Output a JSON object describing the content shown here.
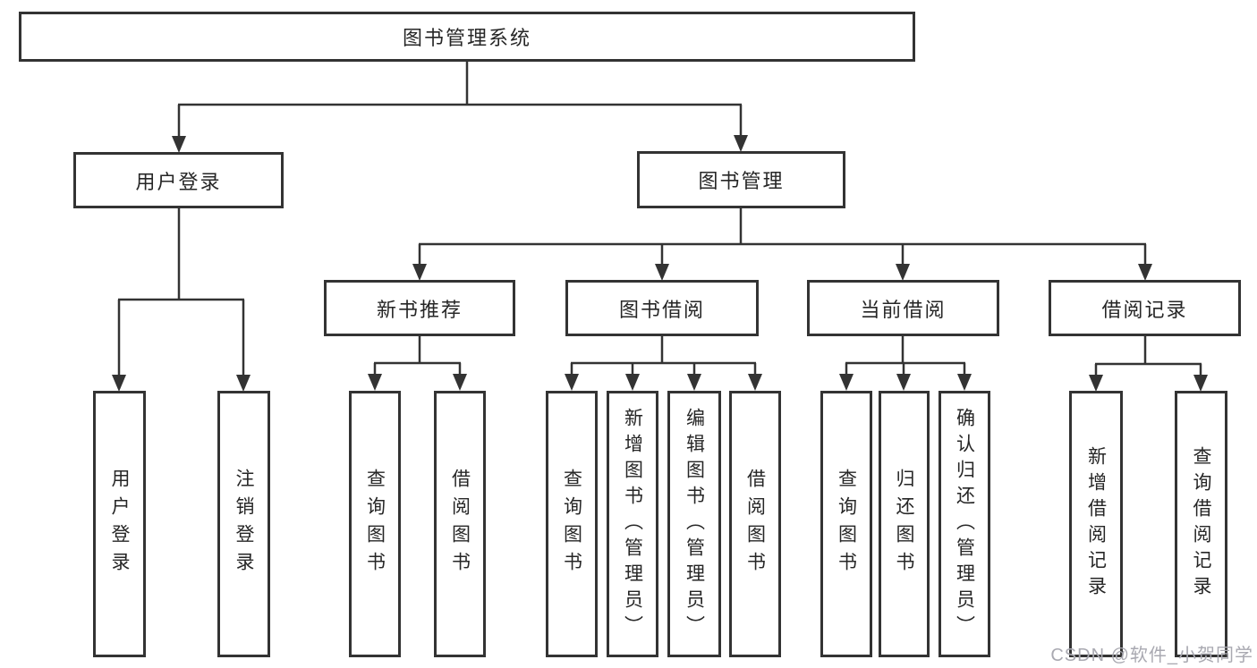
{
  "diagram": {
    "watermark": "CSDN @软件_小贺同学",
    "colors": {
      "line": "#333333",
      "box_border": "#333333",
      "box_bg": "#ffffff",
      "text": "#262626",
      "watermark": "#a9a9b1"
    },
    "nodes": {
      "root": {
        "label": "图书管理系统"
      },
      "level2": [
        {
          "label": "用户登录"
        },
        {
          "label": "图书管理"
        }
      ],
      "level3": [
        {
          "label": "新书推荐"
        },
        {
          "label": "图书借阅"
        },
        {
          "label": "当前借阅"
        },
        {
          "label": "借阅记录"
        }
      ],
      "leaves": {
        "user_login": [
          {
            "label": "用户登录"
          },
          {
            "label": "注销登录"
          }
        ],
        "new_book": [
          {
            "label": "查询图书"
          },
          {
            "label": "借阅图书"
          }
        ],
        "book_borrow": [
          {
            "label": "查询图书"
          },
          {
            "label": "新增图书（管理员）"
          },
          {
            "label": "编辑图书（管理员）"
          },
          {
            "label": "借阅图书"
          }
        ],
        "current_borrow": [
          {
            "label": "查询图书"
          },
          {
            "label": "归还图书"
          },
          {
            "label": "确认归还（管理员）"
          }
        ],
        "borrow_records": [
          {
            "label": "新增借阅记录"
          },
          {
            "label": "查询借阅记录"
          }
        ]
      }
    }
  }
}
